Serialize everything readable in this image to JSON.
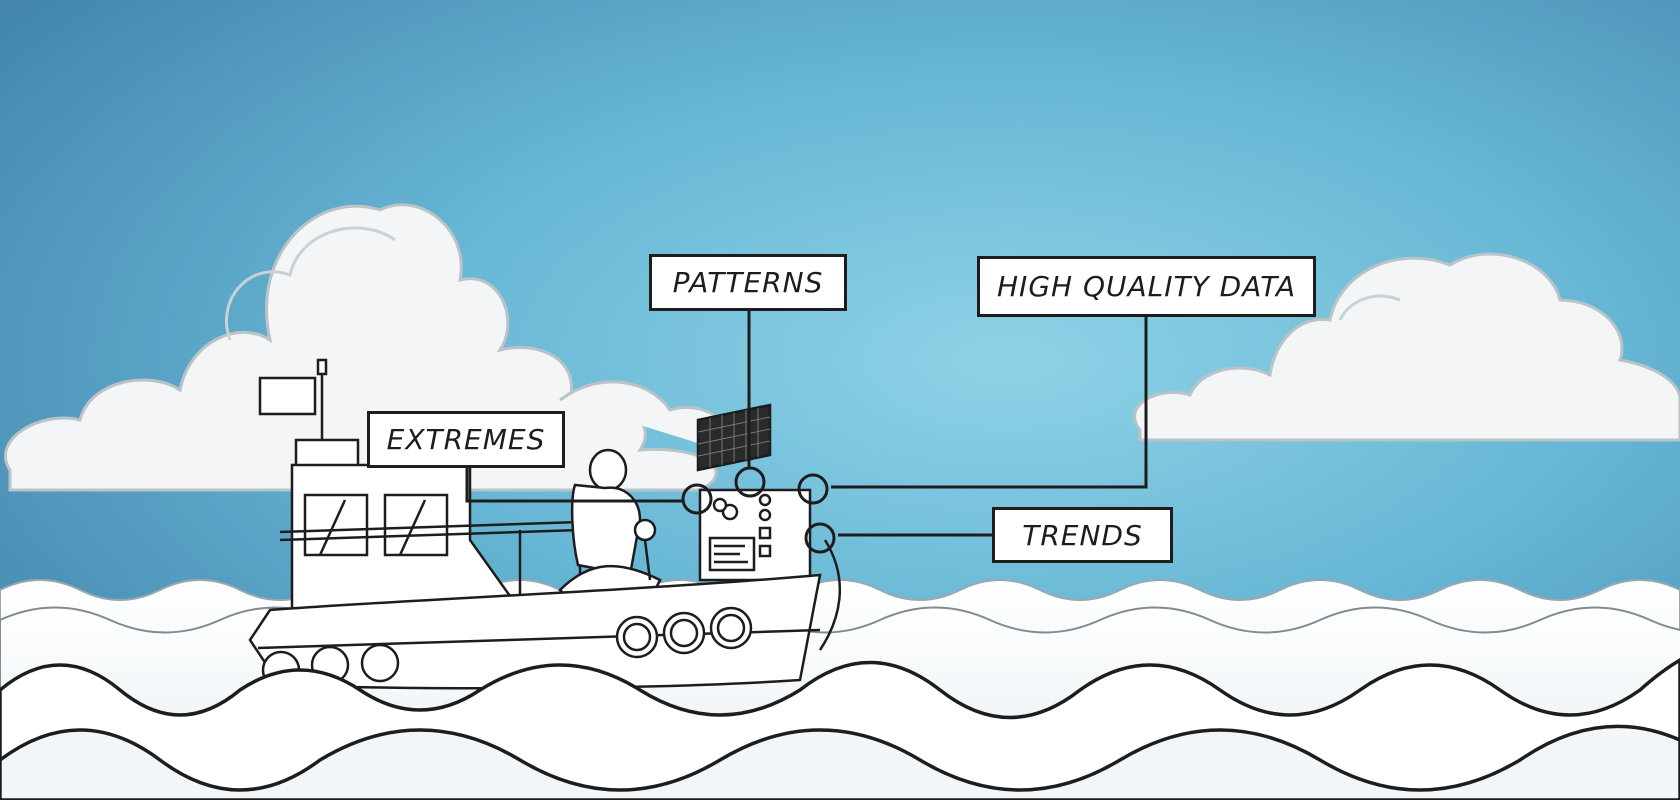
{
  "labels": {
    "patterns": "PATTERNS",
    "high_quality_data": "HIGH QUALITY DATA",
    "extremes": "EXTREMES",
    "trends": "TRENDS"
  },
  "colors": {
    "sky_top": "#4c8db1",
    "sky_mid": "#6fb9d6",
    "sky_light": "#9fd3e4",
    "sea": "#ffffff",
    "line": "#1d1d1d",
    "cloud": "#f4f6f7"
  }
}
